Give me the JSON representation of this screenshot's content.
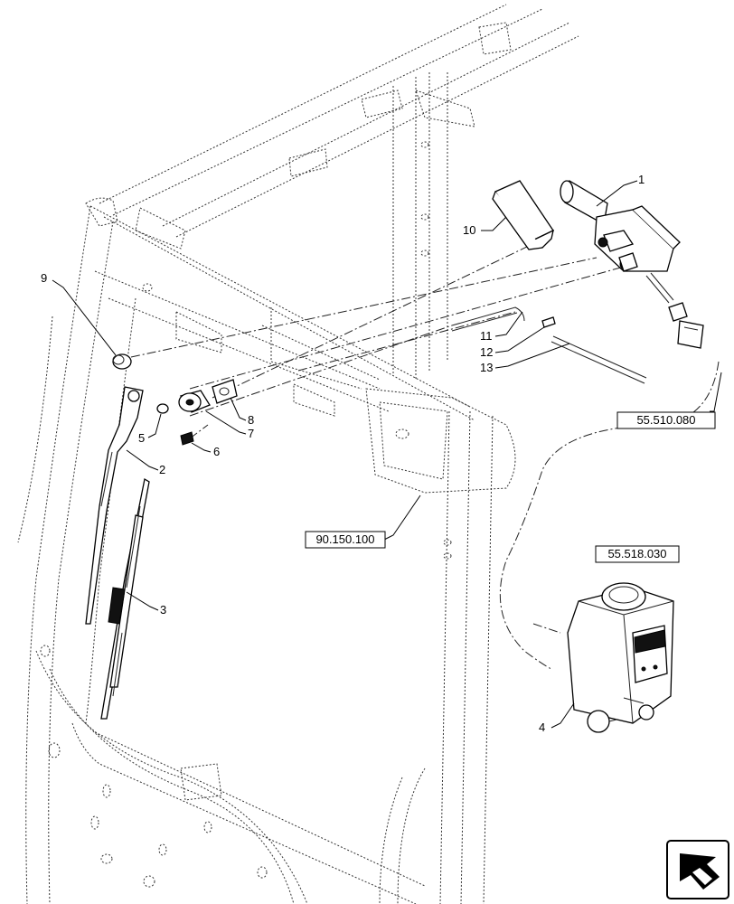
{
  "callouts": {
    "c1": "1",
    "c2": "2",
    "c3": "3",
    "c4": "4",
    "c5": "5",
    "c6": "6",
    "c7": "7",
    "c8": "8",
    "c9": "9",
    "c10": "10",
    "c11": "11",
    "c12": "12",
    "c13": "13"
  },
  "references": {
    "wiring_ref": "55.510.080",
    "reservoir_ref": "55.518.030",
    "cab_ref": "90.150.100"
  },
  "icons": {
    "nav": "previous-page-arrow-icon"
  }
}
